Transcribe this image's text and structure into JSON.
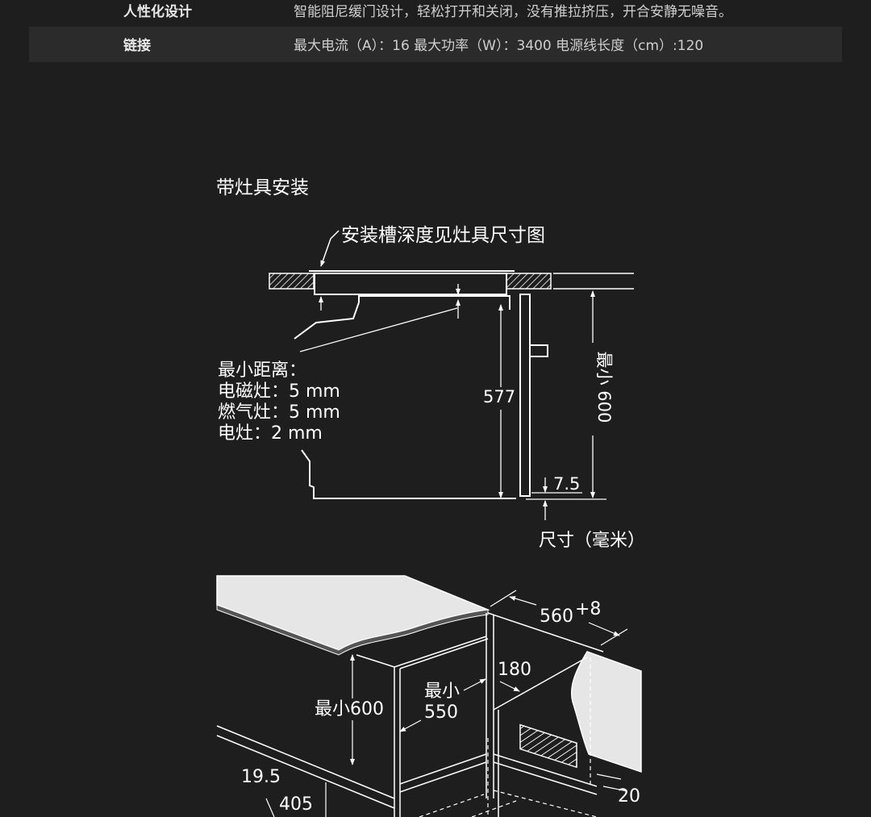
{
  "spec_table": {
    "rows": [
      {
        "label": "人性化设计",
        "value": "智能阻尼缓门设计，轻松打开和关闭，没有推拉挤压，开合安静无噪音。"
      },
      {
        "label": "链接",
        "value": "最大电流（A）：16  最大功率（W）：3400  电源线长度（cm）:120"
      }
    ]
  },
  "diagram_top": {
    "title": "带灶具安装",
    "note": "安装槽深度见灶具尺寸图",
    "min_label": "最小距离：",
    "induction": "电磁灶：5 mm",
    "gas": "燃气灶：5 mm",
    "electric": "电灶：2 mm",
    "dim_577": "577",
    "dim_min600": "最小 600",
    "dim_7_5": "7.5",
    "unit": "尺寸（毫米）"
  },
  "diagram_bottom": {
    "width": "560",
    "width_tol": "+8",
    "min600": "最小600",
    "min_label": "最小",
    "depth": "550",
    "dim_180": "180",
    "dim_19_5": "19.5",
    "dim_405": "405",
    "dim_20": "20"
  }
}
